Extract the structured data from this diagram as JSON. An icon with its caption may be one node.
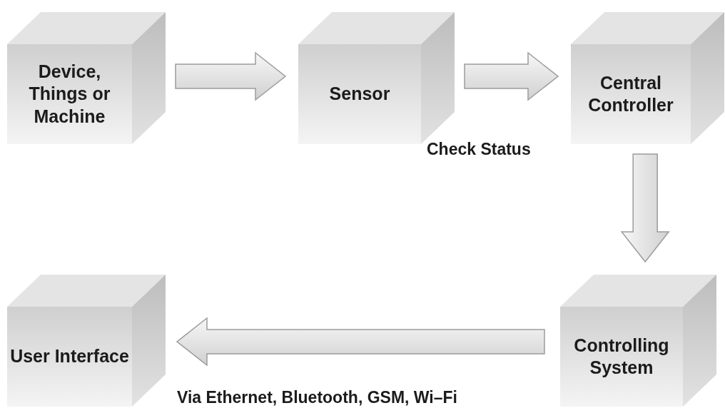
{
  "diagram": {
    "nodes": [
      {
        "text": [
          "Device, Things or Machine"
        ]
      },
      {
        "text": [
          "Sensor"
        ]
      },
      {
        "text": [
          "Central Controller"
        ]
      },
      {
        "text": [
          "Controlling System"
        ]
      },
      {
        "text": [
          "User Interface"
        ]
      }
    ],
    "edges": [
      {
        "from": 0,
        "to": 1,
        "arrow": "to"
      },
      {
        "from": 1,
        "to": 2,
        "arrow": "to",
        "label": "Check Status"
      },
      {
        "from": 2,
        "to": 3,
        "arrow": "to"
      },
      {
        "from": 3,
        "to": 4,
        "arrow": "to",
        "label": "Via Ethernet, Bluetooth, GSM, Wi–Fi"
      }
    ]
  }
}
